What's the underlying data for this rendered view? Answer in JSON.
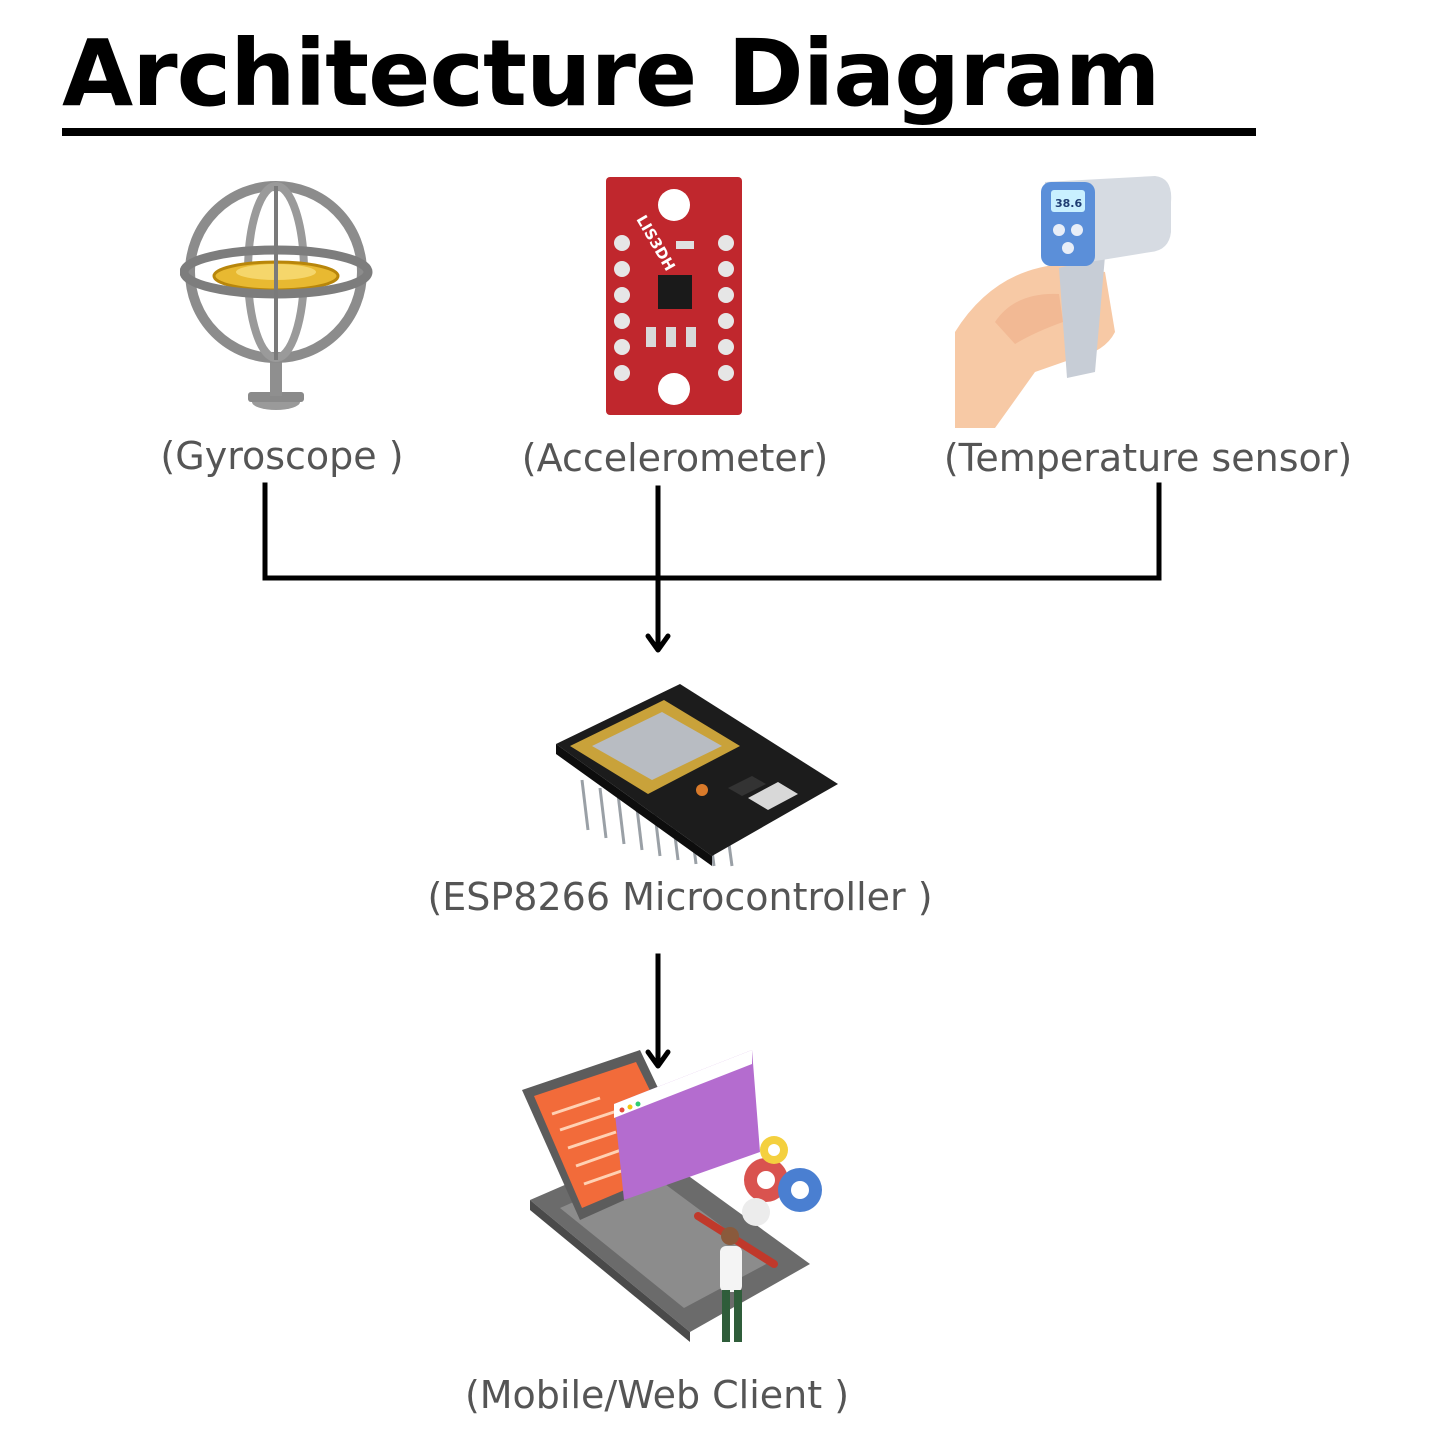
{
  "diagram": {
    "title": "Architecture Diagram",
    "nodes": {
      "gyroscope": {
        "label": "(Gyroscope )",
        "icon": "gyroscope-icon"
      },
      "accelerometer": {
        "label": "(Accelerometer)",
        "icon": "accelerometer-board-icon",
        "board_text": "LIS3DH"
      },
      "temperature": {
        "label": "(Temperature sensor)",
        "icon": "infrared-thermometer-icon",
        "display_text": "38.6"
      },
      "esp8266": {
        "label": "(ESP8266 Microcontroller )",
        "icon": "esp8266-board-icon"
      },
      "client": {
        "label": "(Mobile/Web Client )",
        "icon": "laptop-developer-icon"
      }
    },
    "edges": [
      {
        "from": "gyroscope",
        "to": "esp8266"
      },
      {
        "from": "accelerometer",
        "to": "esp8266"
      },
      {
        "from": "temperature",
        "to": "esp8266"
      },
      {
        "from": "esp8266",
        "to": "client"
      }
    ],
    "colors": {
      "line": "#000000",
      "label": "#555555",
      "pcb_red": "#c0272d",
      "gyro_gold": "#f2c94c",
      "thermo_blue": "#5b8fd9",
      "skin": "#f7c9a5",
      "screen_purple": "#b46ccf",
      "code_orange": "#f26b3a"
    }
  }
}
